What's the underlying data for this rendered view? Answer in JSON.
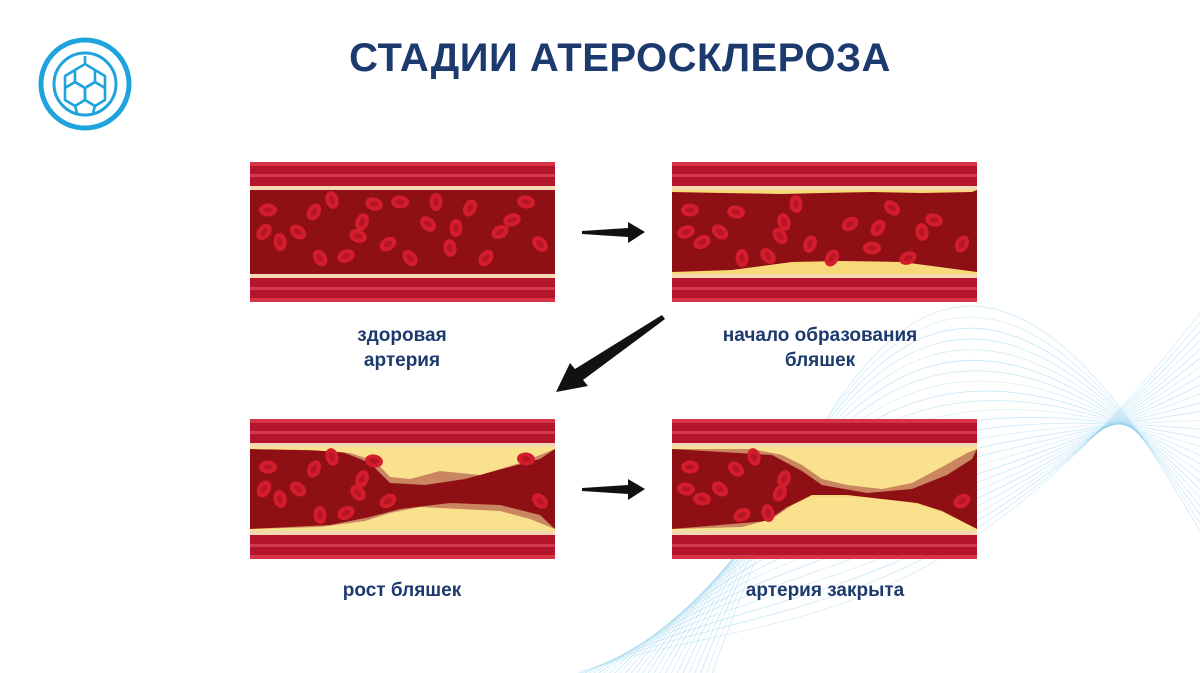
{
  "title": "СТАДИИ АТЕРОСКЛЕРОЗА",
  "logo": {
    "icon": "hexagon-mesh-sphere-icon",
    "color": "#1fa3dc"
  },
  "colors": {
    "title": "#1d3a6e",
    "caption": "#1d3a6e",
    "artery_wall": "#b5152b",
    "lumen": "#8e0f14",
    "blood_cell": "#d31d2d",
    "plaque": "#f7d979",
    "plaque_core": "#fbe7a0",
    "arrow": "#111111",
    "waves": "#7cc8ea"
  },
  "stages": [
    {
      "id": "healthy",
      "caption": [
        "здоровая",
        "артерия"
      ],
      "blockage": 0
    },
    {
      "id": "early",
      "caption": [
        "начало образования",
        "бляшек"
      ],
      "blockage": 0.25
    },
    {
      "id": "growth",
      "caption": [
        "рост бляшек"
      ],
      "blockage": 0.55
    },
    {
      "id": "closed",
      "caption": [
        "артерия закрыта"
      ],
      "blockage": 0.9
    }
  ]
}
